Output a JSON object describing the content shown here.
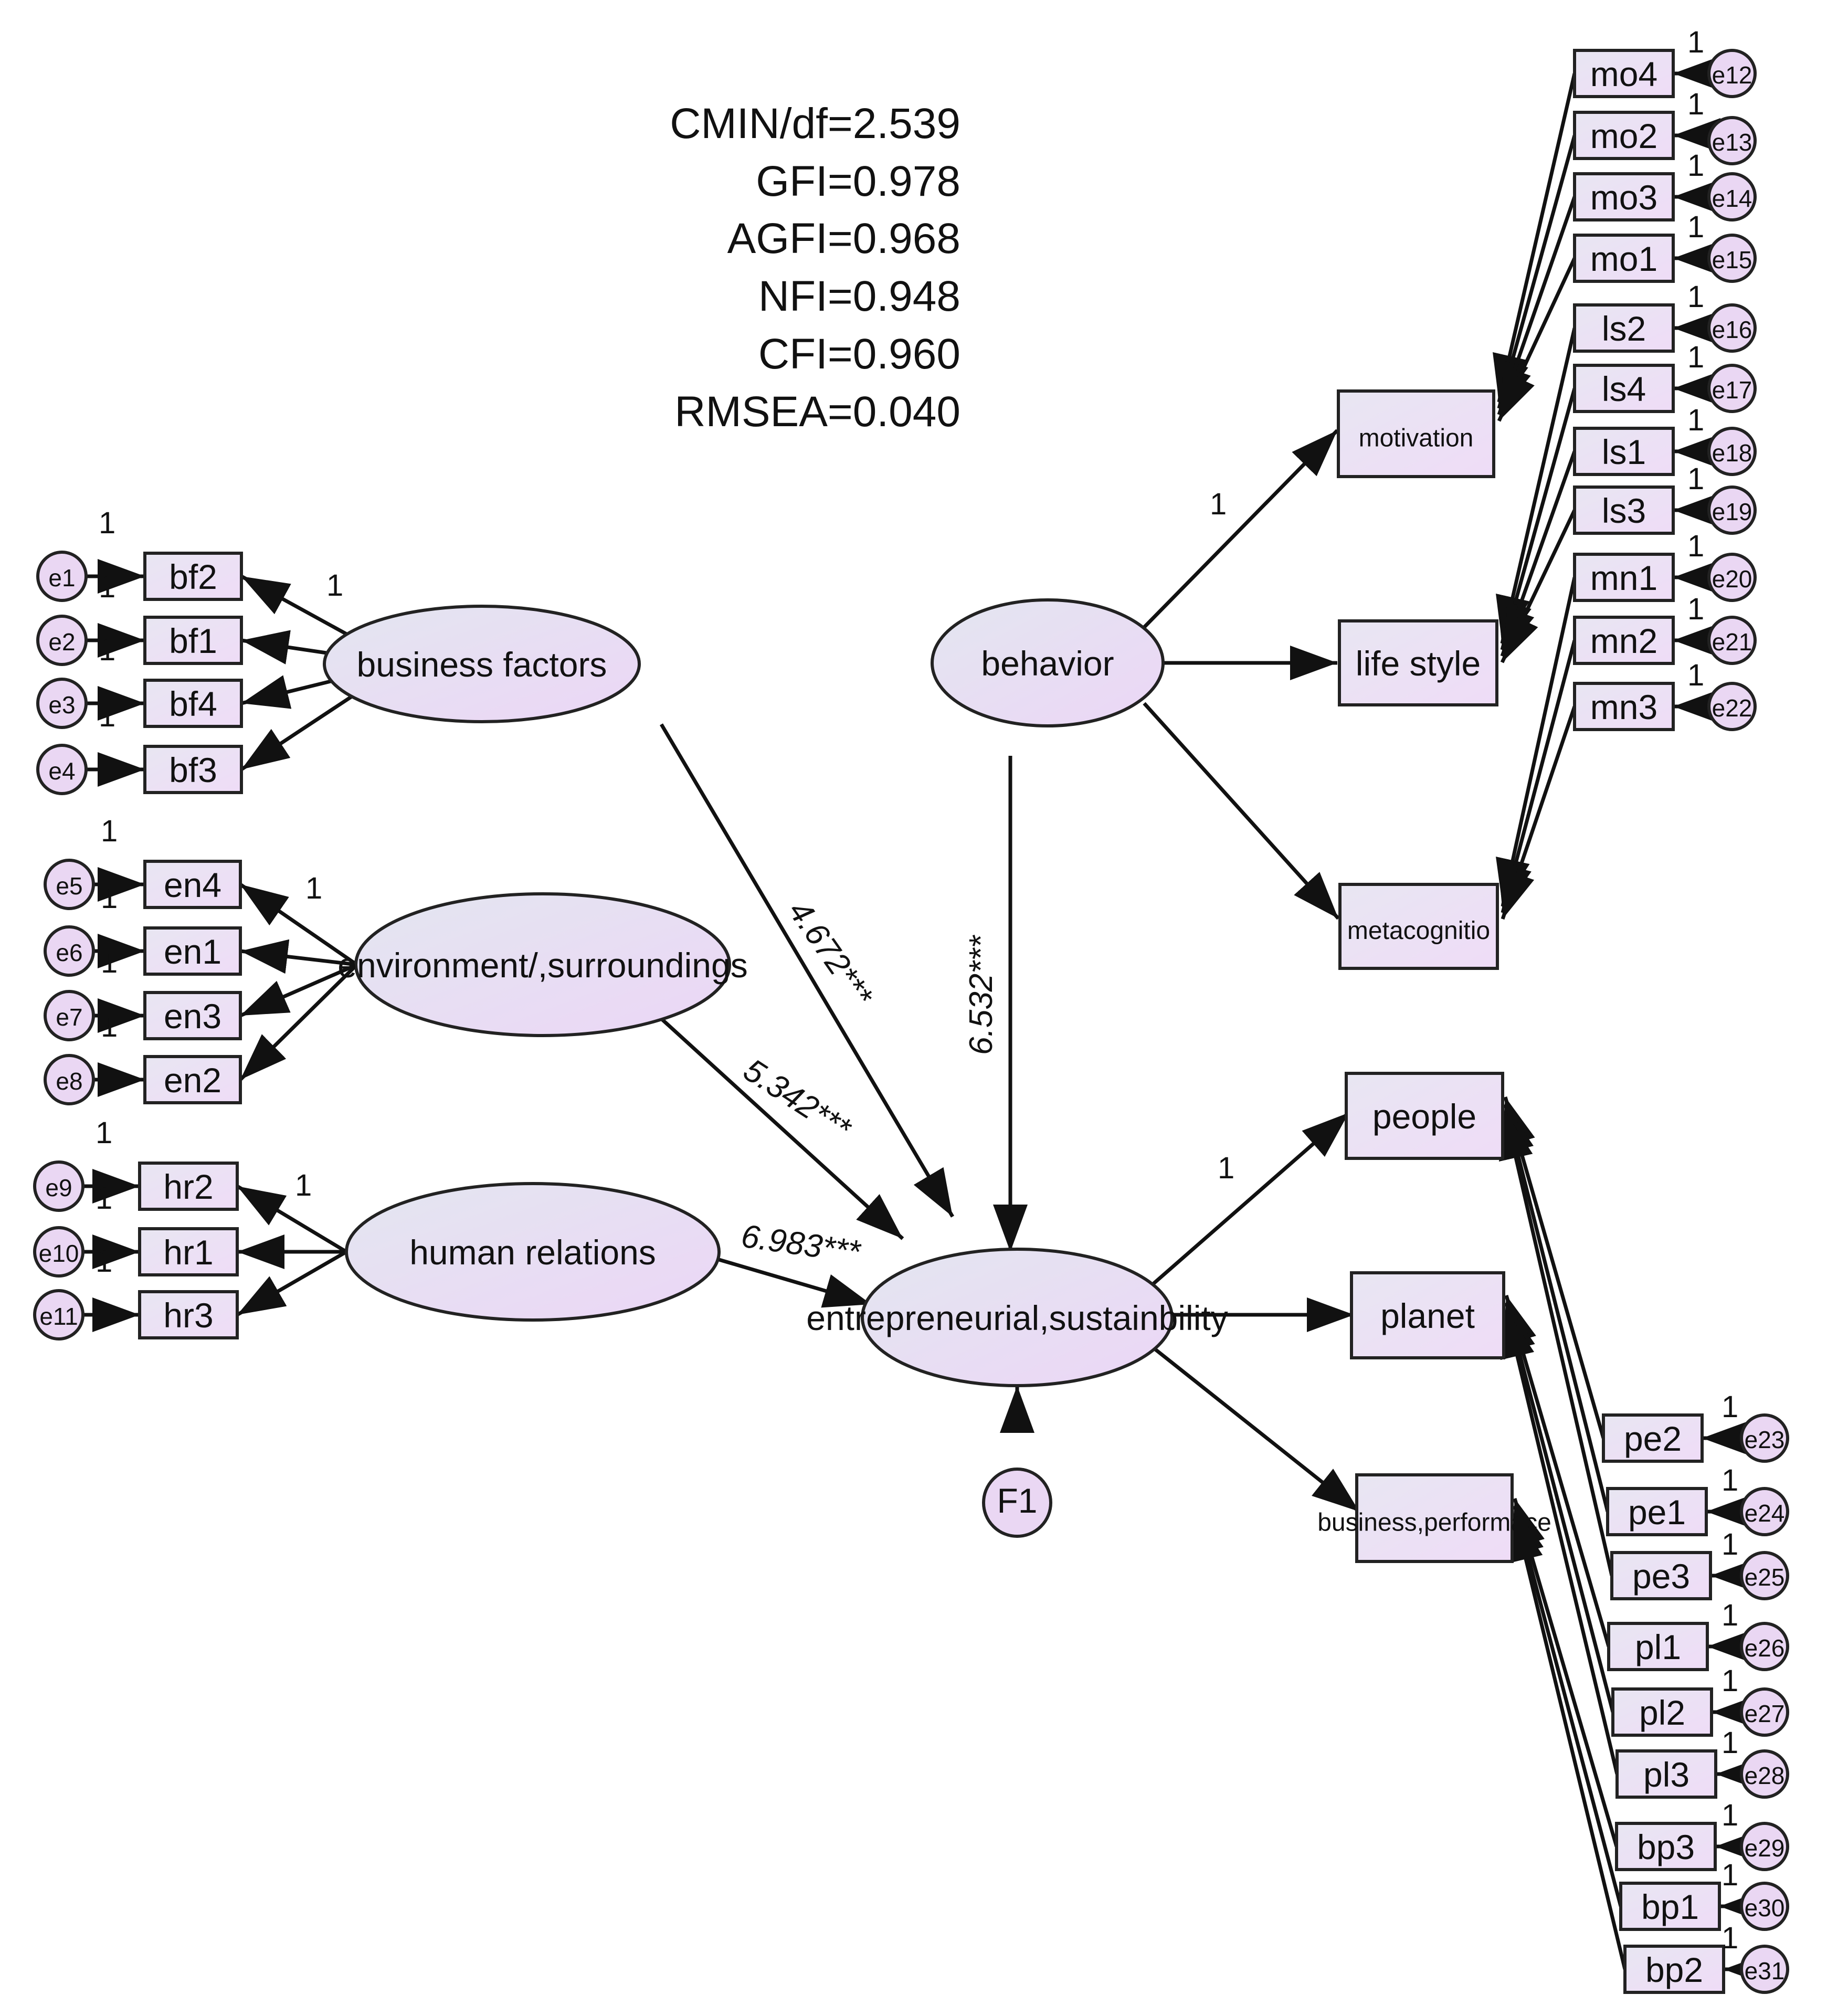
{
  "fit_indices": [
    "CMIN/df=2.539",
    "GFI=0.978",
    "AGFI=0.968",
    "NFI=0.948",
    "CFI=0.960",
    "RMSEA=0.040"
  ],
  "colors": {
    "latent_fill_left": "#e3e6f0",
    "latent_fill_right": "#ecd8f5",
    "line": "#111111",
    "background": "#ffffff"
  },
  "latents": {
    "business_factors": "business factors",
    "environment": [
      "environment/",
      "surroundings"
    ],
    "human_relations": "human relations",
    "behavior": "behavior",
    "entrepreneurial_sustainability": [
      "entrepreneurial",
      "sustainbility"
    ]
  },
  "first_order": {
    "motivation": "motivation",
    "life_style": "life style",
    "metacognition": "metacognitio",
    "people": "people",
    "planet": "planet",
    "business_performance": [
      "business",
      "performace"
    ]
  },
  "indicators": {
    "bf": [
      "bf2",
      "bf1",
      "bf4",
      "bf3"
    ],
    "en": [
      "en4",
      "en1",
      "en3",
      "en2"
    ],
    "hr": [
      "hr2",
      "hr1",
      "hr3"
    ],
    "mo": [
      "mo4",
      "mo2",
      "mo3",
      "mo1"
    ],
    "ls": [
      "ls2",
      "ls4",
      "ls1",
      "ls3"
    ],
    "mn": [
      "mn1",
      "mn2",
      "mn3"
    ],
    "pe": [
      "pe2",
      "pe1",
      "pe3"
    ],
    "pl": [
      "pl1",
      "pl2",
      "pl3"
    ],
    "bp": [
      "bp3",
      "bp1",
      "bp2"
    ]
  },
  "errors": {
    "left": [
      "e1",
      "e2",
      "e3",
      "e4",
      "e5",
      "e6",
      "e7",
      "e8",
      "e9",
      "e10",
      "e11"
    ],
    "right_top": [
      "e12",
      "e13",
      "e14",
      "e15",
      "e16",
      "e17",
      "e18",
      "e19",
      "e20",
      "e21",
      "e22"
    ],
    "right_bottom": [
      "e23",
      "e24",
      "e25",
      "e26",
      "e27",
      "e28",
      "e29",
      "e30",
      "e31"
    ],
    "disturbance": "F1"
  },
  "paths": {
    "business_factors": "4.672***",
    "environment": "5.342***",
    "human_relations": "6.983***",
    "behavior": "6.532***",
    "fixed_loading": "1"
  }
}
